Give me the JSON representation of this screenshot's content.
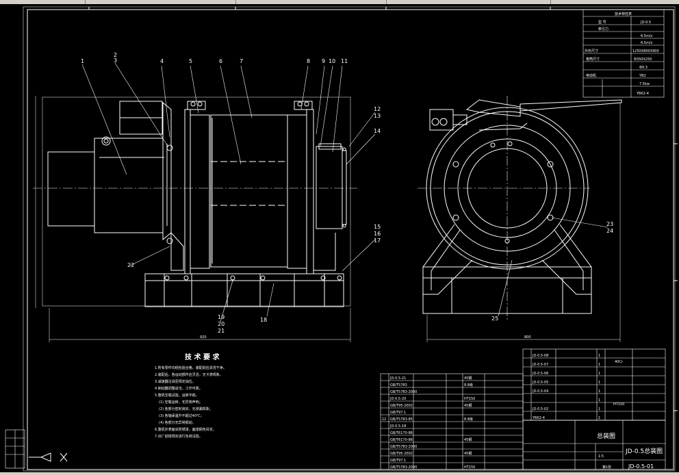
{
  "drawing": {
    "title_block": {
      "drawing_name": "总装图",
      "drawing_number": "JD-0.5-01",
      "assembly_title": "JD-0.5总装图",
      "sheet": "第1张",
      "scale": "1:5"
    },
    "tech_table": {
      "title": "技术特性表",
      "rows": [
        {
          "label": "型 号",
          "value": "JD-0.5"
        },
        {
          "label": "牵引力",
          "value": ""
        },
        {
          "label": "",
          "value": "6.5m/s"
        },
        {
          "label": "",
          "value": "6.5m/s"
        },
        {
          "label": "外形尺寸",
          "value": "1250X800X900"
        },
        {
          "label": "卷筒尺寸",
          "value": "Φ350X250"
        },
        {
          "label": "",
          "value": "Φ9.3"
        },
        {
          "label": "电动机",
          "value": "YB2"
        },
        {
          "label": "",
          "value": "7.5kw"
        },
        {
          "label": "",
          "value": "YBK2-4"
        }
      ]
    },
    "part_numbers_front": [
      "1",
      "2",
      "3",
      "4",
      "5",
      "6",
      "7",
      "8",
      "9",
      "10",
      "11",
      "12",
      "13",
      "14",
      "15",
      "16",
      "17",
      "18",
      "19",
      "20",
      "21",
      "22"
    ],
    "part_numbers_side": [
      "23",
      "24",
      "25"
    ],
    "dimensions": {
      "front_width": "920",
      "side_width": "800"
    },
    "requirements": {
      "heading": "技 术 要 求",
      "items": [
        "1.所有零件均经检验合格，装配前应清洗干净。",
        "2.装配后，各运动部件应灵活，无卡滞现象。",
        "3.减速器注油至规定油位。",
        "4.制动器调整适当，工作可靠。",
        "5.整机空载试验，运转平稳。",
        "(1) 空载运转，无异常声响；",
        "(2) 各部分密封良好，无渗漏现象；",
        "(3) 各轴承温升不超过40℃；",
        "(4) 各部分无异常振动。",
        "6.整机外表面涂防锈漆，面漆颜色另定。",
        "7.出厂前按规定进行负荷试验。"
      ]
    },
    "bom_left": [
      {
        "no": "",
        "code": "JD-0.5-21",
        "name": "",
        "qty": "",
        "mat": "45钢"
      },
      {
        "no": "",
        "code": "GB/T5783",
        "name": "",
        "qty": "",
        "mat": "8.8级"
      },
      {
        "no": "",
        "code": "GB/T5783-2000",
        "name": "",
        "qty": "",
        "mat": ""
      },
      {
        "no": "",
        "code": "JD-0.5-20",
        "name": "",
        "qty": "",
        "mat": "HT150"
      },
      {
        "no": "",
        "code": "GB/T95-2002",
        "name": "",
        "qty": "",
        "mat": "45钢"
      },
      {
        "no": "",
        "code": "GB/T97.1",
        "name": "",
        "qty": "",
        "mat": ""
      },
      {
        "no": "12",
        "code": "GB/T5783-85",
        "name": "",
        "qty": "",
        "mat": "8.8级"
      },
      {
        "no": "",
        "code": "JD-0.5-18",
        "name": "",
        "qty": "",
        "mat": ""
      },
      {
        "no": "",
        "code": "GB/T6170-86",
        "name": "",
        "qty": "",
        "mat": ""
      },
      {
        "no": "",
        "code": "GB/T6170-86",
        "name": "",
        "qty": "",
        "mat": "45钢"
      },
      {
        "no": "",
        "code": "GB/T5783-2000",
        "name": "",
        "qty": "",
        "mat": ""
      },
      {
        "no": "",
        "code": "GB/T95-2002",
        "name": "",
        "qty": "",
        "mat": "45钢"
      },
      {
        "no": "",
        "code": "GB/T97.1",
        "name": "",
        "qty": "",
        "mat": ""
      },
      {
        "no": "",
        "code": "GB/T5783-2000",
        "name": "",
        "qty": "",
        "mat": "HT150"
      }
    ],
    "bom_right": [
      {
        "no": "",
        "code": "JD-0.5-08",
        "name": "",
        "qty": "1",
        "mat": ""
      },
      {
        "no": "",
        "code": "JD-0.5-07",
        "name": "",
        "qty": "1",
        "mat": ""
      },
      {
        "no": "",
        "code": "JD-0.5-06",
        "name": "",
        "qty": "1",
        "mat": ""
      },
      {
        "no": "",
        "code": "JD-0.5-05",
        "name": "",
        "qty": "1",
        "mat": ""
      },
      {
        "no": "",
        "code": "JD-0.5-04",
        "name": "",
        "qty": "1",
        "mat": ""
      },
      {
        "no": "",
        "code": "",
        "name": "",
        "qty": "1",
        "mat": ""
      },
      {
        "no": "",
        "code": "JD-0.5-02",
        "name": "",
        "qty": "1",
        "mat": ""
      },
      {
        "no": "",
        "code": "YBK2-4",
        "name": "",
        "qty": "1",
        "mat": ""
      }
    ],
    "bom_right_notes": [
      "40Cr",
      "HT150"
    ]
  }
}
